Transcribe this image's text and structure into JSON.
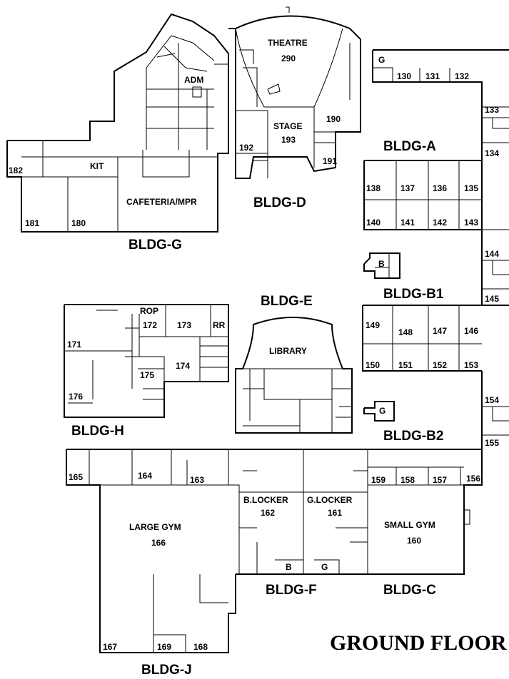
{
  "title": "GROUND FLOOR",
  "buildings": {
    "a": "BLDG-A",
    "b1": "BLDG-B1",
    "b2": "BLDG-B2",
    "c": "BLDG-C",
    "d": "BLDG-D",
    "e": "BLDG-E",
    "f": "BLDG-F",
    "g": "BLDG-G",
    "h": "BLDG-H",
    "j": "BLDG-J"
  },
  "rooms": {
    "theatre": "THEATRE",
    "theatre_num": "290",
    "stage": "STAGE",
    "stage_num": "193",
    "r190": "190",
    "r191": "191",
    "r192": "192",
    "adm": "ADM",
    "kit": "KIT",
    "cafeteria": "CAFETERIA/MPR",
    "r182": "182",
    "r181": "181",
    "r180": "180",
    "g_a": "G",
    "r130": "130",
    "r131": "131",
    "r132": "132",
    "r133": "133",
    "r134": "134",
    "r135": "135",
    "r136": "136",
    "r137": "137",
    "r138": "138",
    "r140": "140",
    "r141": "141",
    "r142": "142",
    "r143": "143",
    "r144": "144",
    "r145": "145",
    "b_b1": "B",
    "r146": "146",
    "r147": "147",
    "r148": "148",
    "r149": "149",
    "r150": "150",
    "r151": "151",
    "r152": "152",
    "r153": "153",
    "r154": "154",
    "r155": "155",
    "g_b2": "G",
    "library": "LIBRARY",
    "rop": "ROP",
    "r172": "172",
    "r173": "173",
    "rr": "RR",
    "r171": "171",
    "r174": "174",
    "r175": "175",
    "r176": "176",
    "r165": "165",
    "r164": "164",
    "r163": "163",
    "r159": "159",
    "r158": "158",
    "r157": "157",
    "r156": "156",
    "blocker": "B.LOCKER",
    "r162": "162",
    "glocker": "G.LOCKER",
    "r161": "161",
    "large_gym": "LARGE GYM",
    "r166": "166",
    "small_gym": "SMALL GYM",
    "r160": "160",
    "b_f": "B",
    "g_f": "G",
    "r167": "167",
    "r169": "169",
    "r168": "168"
  }
}
